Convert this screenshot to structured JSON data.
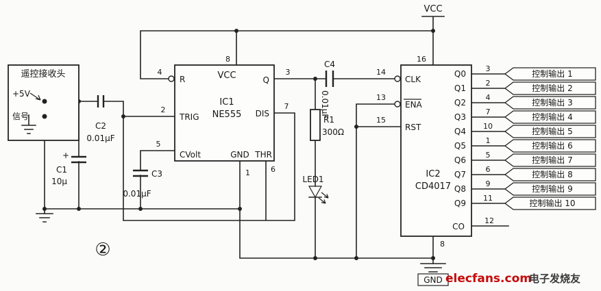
{
  "figure_label": "②",
  "power": {
    "vcc": "VCC",
    "gnd": "GND"
  },
  "receiver": {
    "title": "遥控接收头",
    "rail": "+5V",
    "signal": "信号"
  },
  "ic1": {
    "name": "IC1",
    "part": "NE555",
    "pins": {
      "r": "R",
      "vcc": "VCC",
      "q": "Q",
      "trig": "TRIG",
      "dis": "DIS",
      "cvolt": "CVolt",
      "gnd": "GND",
      "thr": "THR"
    },
    "pin_numbers": {
      "r": "4",
      "vcc": "8",
      "q": "3",
      "trig": "2",
      "dis": "7",
      "cvolt": "5",
      "gnd": "1",
      "thr": "6"
    }
  },
  "ic2": {
    "name": "IC2",
    "part": "CD4017",
    "pins": {
      "clk": "CLK",
      "ena": "ENA",
      "rst": "RST",
      "co": "CO"
    },
    "pin_numbers": {
      "vdd": "16",
      "clk": "14",
      "ena": "13",
      "rst": "15",
      "co": "12",
      "vss": "8"
    },
    "outputs": [
      {
        "q": "Q0",
        "pin": "3",
        "label": "控制输出 1"
      },
      {
        "q": "Q1",
        "pin": "2",
        "label": "控制输出 2"
      },
      {
        "q": "Q2",
        "pin": "4",
        "label": "控制输出 3"
      },
      {
        "q": "Q3",
        "pin": "7",
        "label": "控制输出 4"
      },
      {
        "q": "Q4",
        "pin": "10",
        "label": "控制输出 5"
      },
      {
        "q": "Q5",
        "pin": "1",
        "label": "控制输出 6"
      },
      {
        "q": "Q6",
        "pin": "5",
        "label": "控制输出 7"
      },
      {
        "q": "Q7",
        "pin": "6",
        "label": "控制输出 8"
      },
      {
        "q": "Q8",
        "pin": "9",
        "label": "控制输出 9"
      },
      {
        "q": "Q9",
        "pin": "11",
        "label": "控制输出 10"
      }
    ]
  },
  "components": {
    "c1": {
      "name": "C1",
      "value": "10μ",
      "polarity": "+"
    },
    "c2": {
      "name": "C2",
      "value": "0.01μF"
    },
    "c3": {
      "name": "C3",
      "value": "0.01μF"
    },
    "c4": {
      "name": "C4",
      "value": "0.01μF"
    },
    "r1": {
      "name": "R1",
      "value": "300Ω"
    },
    "led": {
      "name": "LED1"
    }
  },
  "watermark": {
    "brand": "elecfans.com",
    "site": "电子发烧友",
    "brand_color": "#c40a0a"
  }
}
